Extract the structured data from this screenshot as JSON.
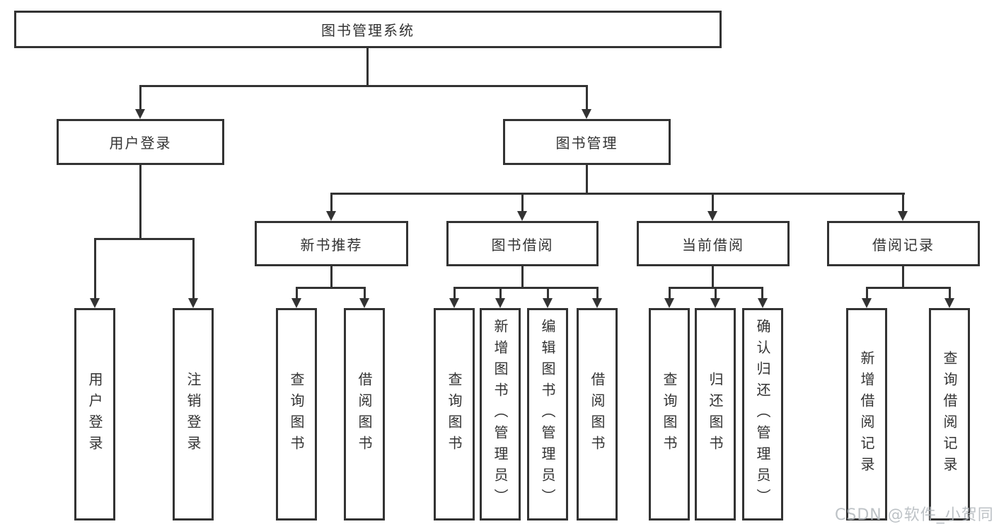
{
  "root": {
    "label": "图书管理系统"
  },
  "level2": [
    {
      "label": "用户登录",
      "children": [
        "用户登录",
        "注销登录"
      ]
    },
    {
      "label": "图书管理"
    }
  ],
  "level3": [
    {
      "label": "新书推荐",
      "children": [
        "查询图书",
        "借阅图书"
      ]
    },
    {
      "label": "图书借阅",
      "children": [
        "查询图书",
        "新增图书（管理员）",
        "编辑图书（管理员）",
        "借阅图书"
      ]
    },
    {
      "label": "当前借阅",
      "children": [
        "查询图书",
        "归还图书",
        "确认归还（管理员）"
      ]
    },
    {
      "label": "借阅记录",
      "children": [
        "新增借阅记录",
        "查询借阅记录"
      ]
    }
  ],
  "watermark": "CSDN @软件_小贺同学"
}
